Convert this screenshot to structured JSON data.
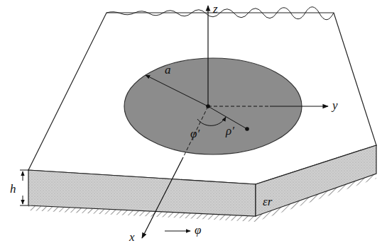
{
  "diagram": {
    "labels": [
      "z",
      "a",
      "ρ′",
      "φ′",
      "y",
      "h",
      "εr",
      "x",
      "φ"
    ]
  }
}
